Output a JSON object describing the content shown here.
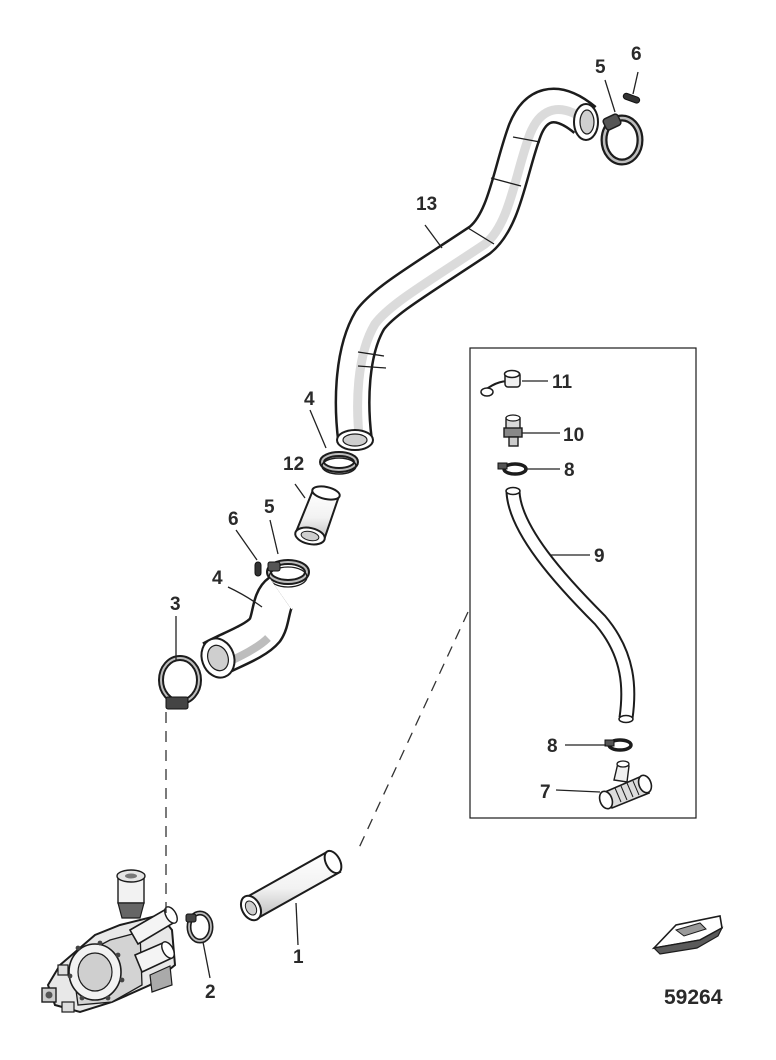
{
  "callouts": {
    "c1": "1",
    "c2": "2",
    "c3": "3",
    "c4_upper": "4",
    "c4_lower": "4",
    "c5_top": "5",
    "c5_mid": "5",
    "c6_top": "6",
    "c6_mid": "6",
    "c7": "7",
    "c8_upper": "8",
    "c8_lower": "8",
    "c9": "9",
    "c10": "10",
    "c11": "11",
    "c12": "12",
    "c13": "13"
  },
  "figure_number": "59264",
  "colors": {
    "ink": "#1c1c1c",
    "paper": "#ffffff",
    "shade": "#9a9a9a"
  },
  "icons": [
    "boat-icon"
  ]
}
